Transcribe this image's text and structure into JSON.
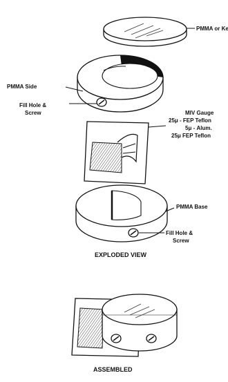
{
  "exploded": {
    "lid_label": "PMMA or Kel-F",
    "side_label": "PMMA Side",
    "fill_hole_top": [
      "Fill Hole &",
      "Screw"
    ],
    "gauge_label": [
      "MIV Gauge",
      "25μ - FEP Teflon",
      "5μ - Alum.",
      "25μ FEP Teflon"
    ],
    "base_label": "PMMA Base",
    "fill_hole_bottom": [
      "Fill Hole &",
      "Screw"
    ],
    "caption": "EXPLODED VIEW"
  },
  "assembled": {
    "caption": "ASSEMBLED"
  },
  "colors": {
    "ink": "#111111",
    "paper": "#ffffff"
  }
}
